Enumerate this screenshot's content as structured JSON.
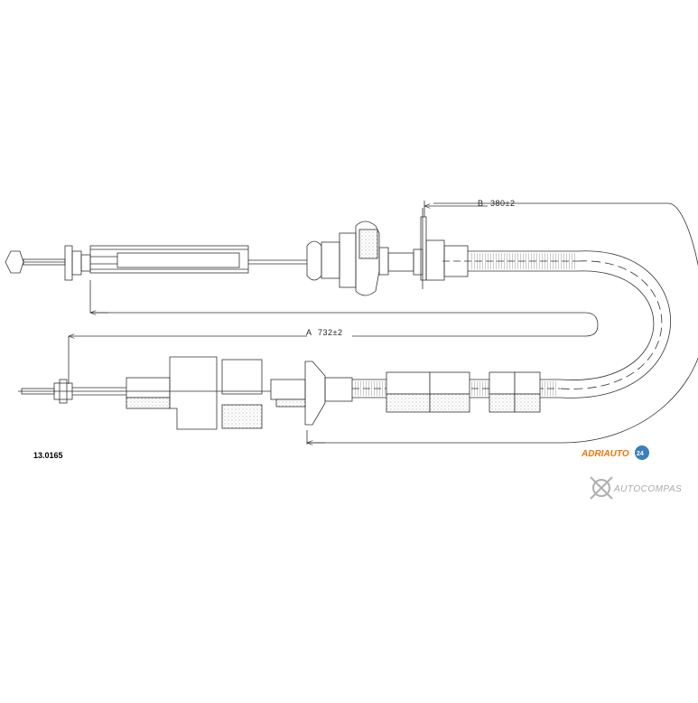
{
  "part_number": "13.0165",
  "dimensions": {
    "a_letter": "A",
    "a_value": "732±2",
    "b_letter": "B",
    "b_value": "380±2"
  },
  "brand": {
    "name": "ADRIAUTO",
    "badge_text": "24",
    "color": "#e8780a",
    "badge_color": "#3a7fc0"
  },
  "watermark": {
    "text": "AUTOCOMPAS",
    "color": "#a9a9a9"
  },
  "colors": {
    "line": "#333333",
    "hatch": "#888888"
  }
}
